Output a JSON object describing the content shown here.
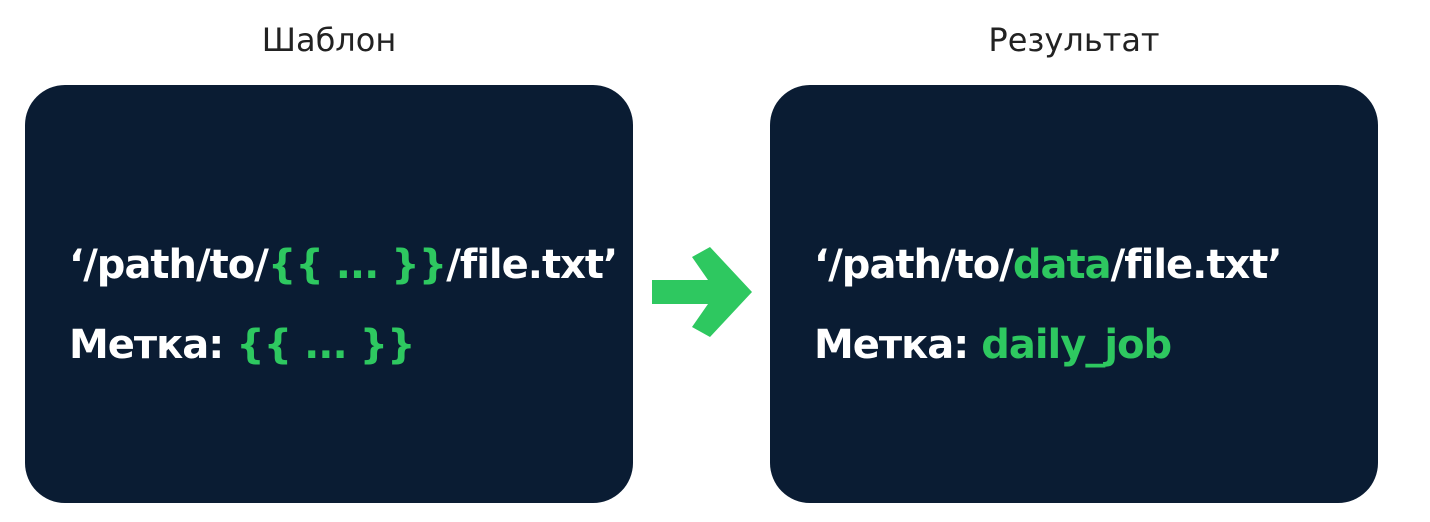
{
  "template_panel": {
    "title": "Шаблон",
    "path_prefix": "‘/path/to/",
    "path_placeholder": "{{ ... }}",
    "path_suffix": "/file.txt’",
    "label_key": "Метка:",
    "label_placeholder": "{{ ... }}"
  },
  "result_panel": {
    "title": "Результат",
    "path_prefix": "‘/path/to/",
    "path_value": "data",
    "path_suffix": "/file.txt’",
    "label_key": "Метка:",
    "label_value": "daily_job"
  },
  "arrow": {
    "icon": "arrow-right-icon"
  },
  "colors": {
    "card_background": "#0a1c33",
    "highlight": "#2ec860",
    "text": "#ffffff",
    "title_text": "#222222"
  }
}
